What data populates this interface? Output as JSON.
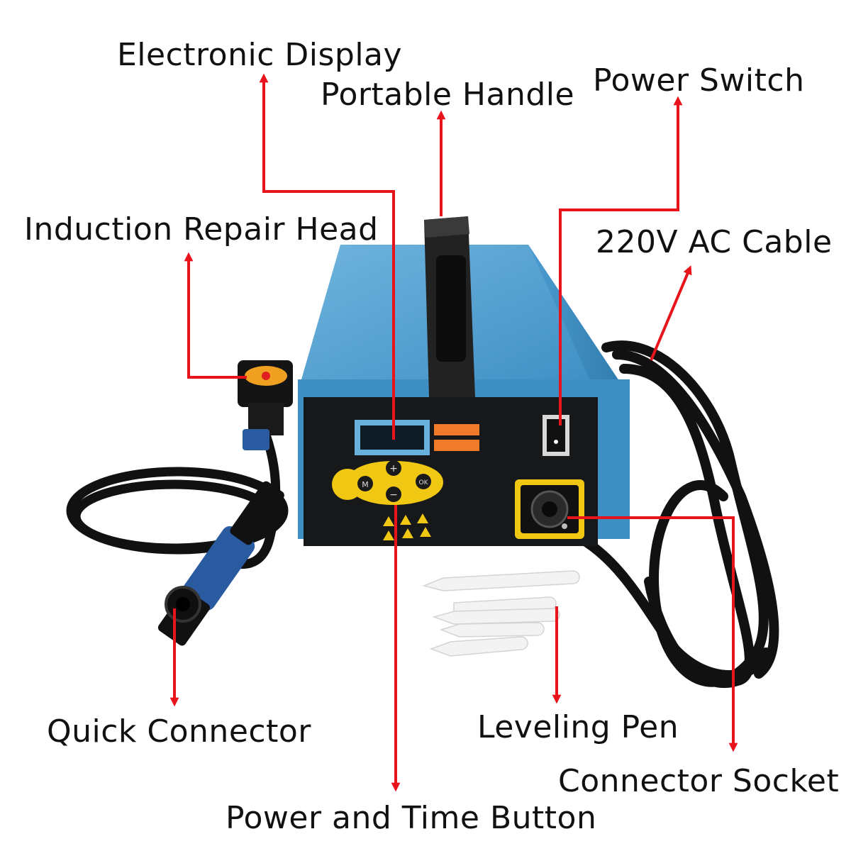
{
  "labels": {
    "electronic_display": "Electronic Display",
    "portable_handle": "Portable Handle",
    "power_switch": "Power Switch",
    "induction_repair_head": "Induction Repair Head",
    "ac_cable": "220V AC Cable",
    "quick_connector": "Quick Connector",
    "leveling_pen": "Leveling Pen",
    "connector_socket": "Connector Socket",
    "power_time_button": "Power and Time Button"
  },
  "panel_buttons": {
    "plus": "+",
    "minus": "−",
    "mode": "M",
    "ok": "OK"
  },
  "colors": {
    "arrow": "#e8141b",
    "case_blue": "#3d8fc4",
    "panel_black": "#16181a",
    "keypad_yellow": "#f0c814",
    "orange_strip": "#f07a2a"
  }
}
